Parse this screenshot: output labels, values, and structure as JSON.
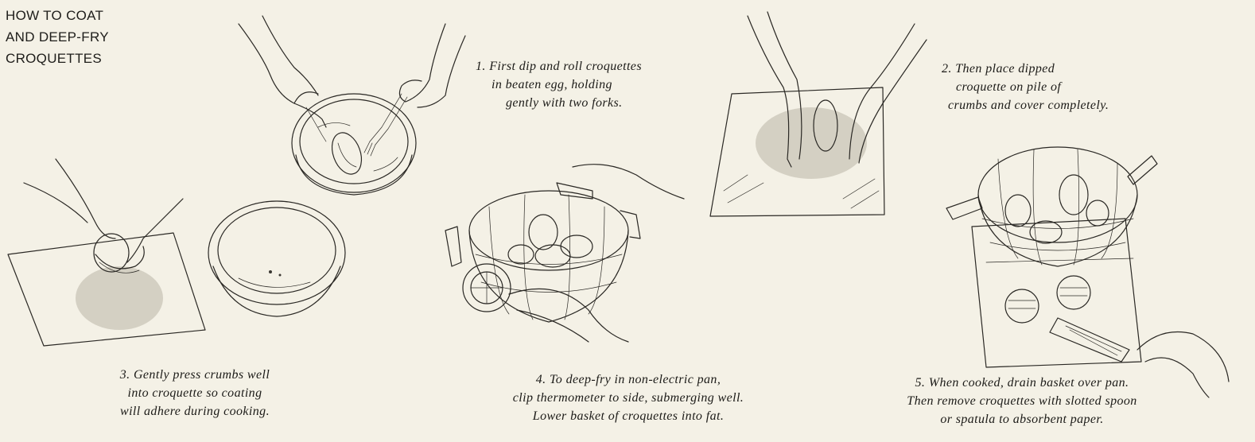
{
  "title": {
    "lines": [
      "HOW TO COAT",
      "AND DEEP-FRY",
      "CROQUETTES"
    ]
  },
  "steps": [
    {
      "lines": [
        "1. First dip and roll croquettes",
        "in beaten egg, holding",
        "gently with two forks."
      ]
    },
    {
      "lines": [
        "2. Then place dipped",
        "croquette on pile of",
        "crumbs and cover completely."
      ]
    },
    {
      "lines": [
        "3. Gently press crumbs well",
        "into croquette so coating",
        "will adhere during cooking."
      ]
    },
    {
      "lines": [
        "4. To deep-fry in non-electric pan,",
        "clip thermometer to side, submerging well.",
        "Lower basket of croquettes into fat."
      ]
    },
    {
      "lines": [
        "5. When cooked, drain basket over pan.",
        "Then remove croquettes with slotted spoon",
        "or spatula to absorbent paper."
      ]
    }
  ]
}
